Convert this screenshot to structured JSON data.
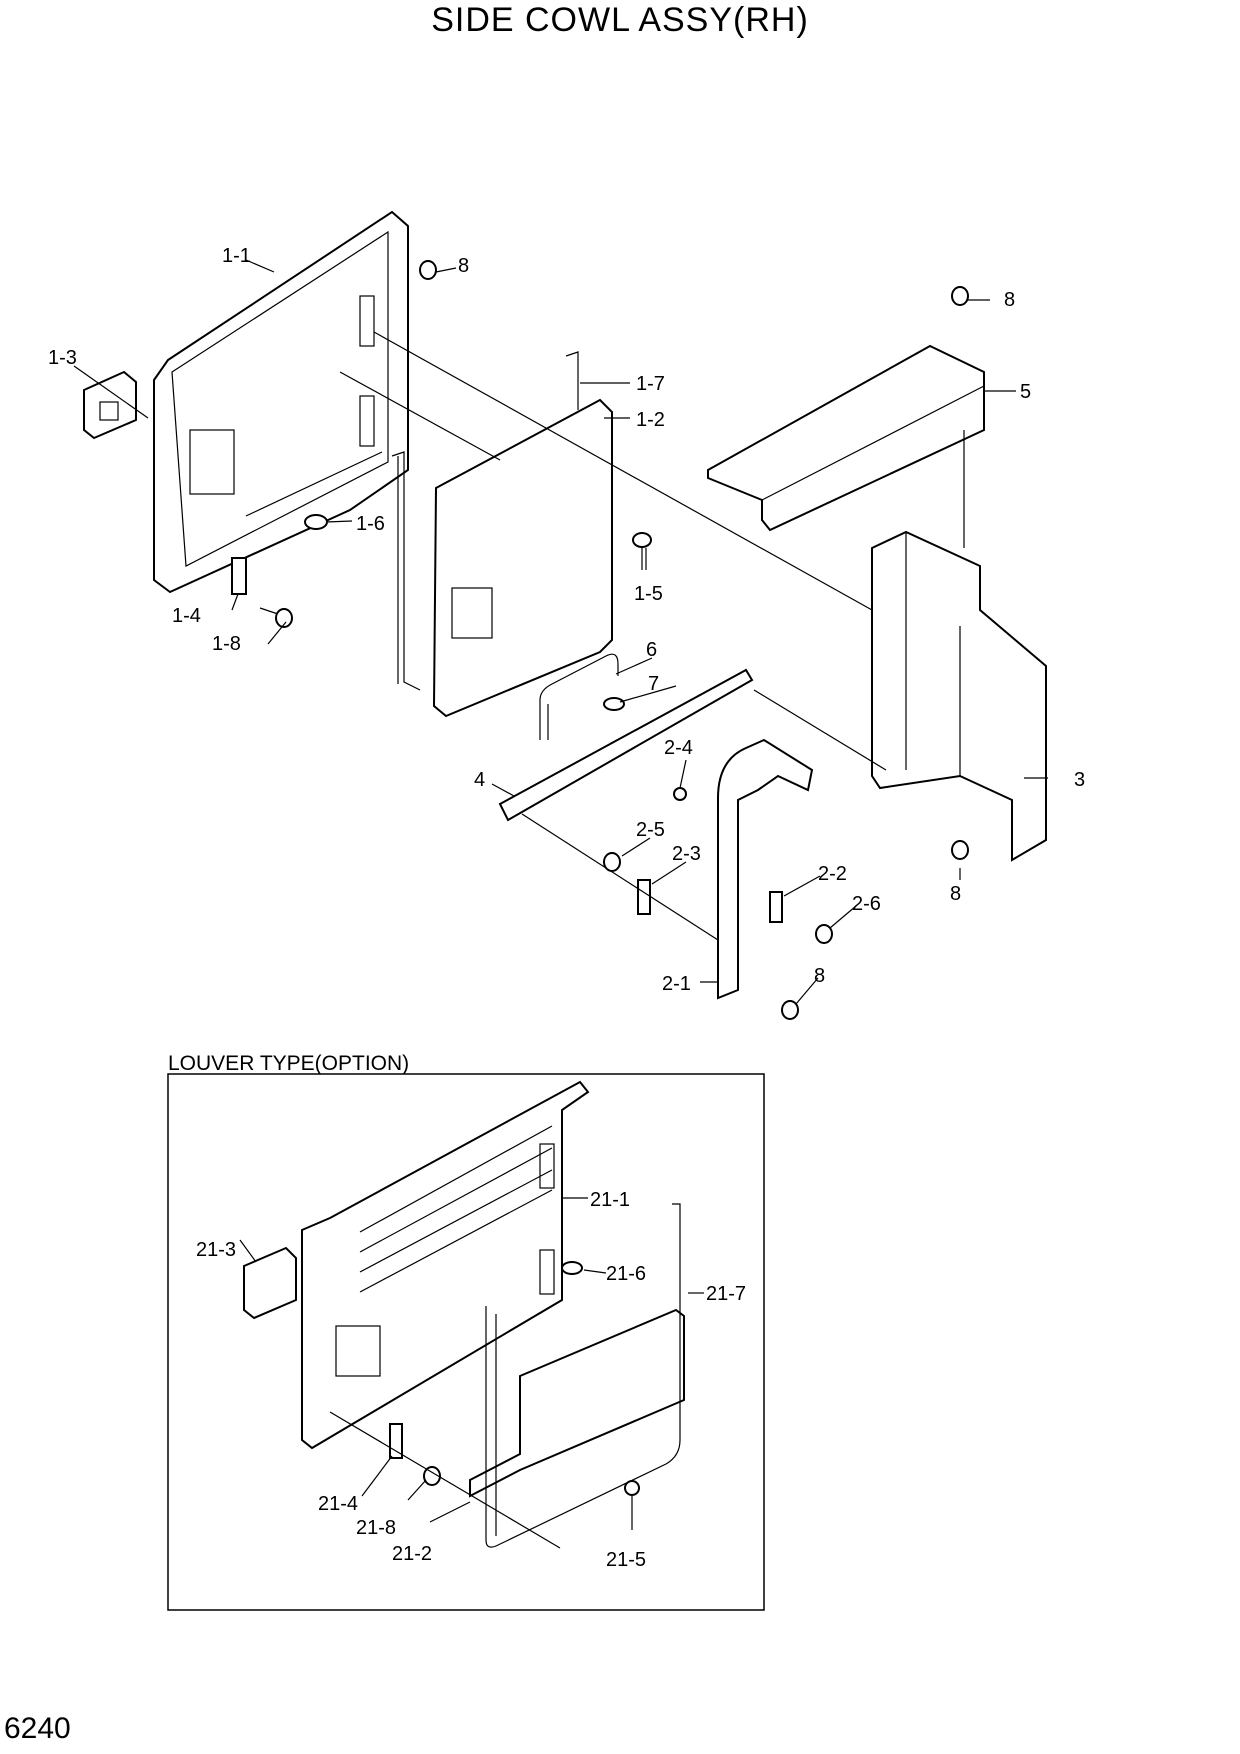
{
  "title": "SIDE COWL ASSY(RH)",
  "page_number": "6240",
  "louver_caption": "LOUVER TYPE(OPTION)",
  "labels": {
    "p1_1": "1-1",
    "p1_2": "1-2",
    "p1_3": "1-3",
    "p1_4": "1-4",
    "p1_5": "1-5",
    "p1_6": "1-6",
    "p1_7": "1-7",
    "p1_8": "1-8",
    "p2_1": "2-1",
    "p2_2": "2-2",
    "p2_3": "2-3",
    "p2_4": "2-4",
    "p2_5": "2-5",
    "p2_6": "2-6",
    "p3": "3",
    "p4": "4",
    "p5": "5",
    "p6": "6",
    "p7": "7",
    "p8a": "8",
    "p8b": "8",
    "p8c": "8",
    "p8d": "8",
    "p21_1": "21-1",
    "p21_2": "21-2",
    "p21_3": "21-3",
    "p21_4": "21-4",
    "p21_5": "21-5",
    "p21_6": "21-6",
    "p21_7": "21-7",
    "p21_8": "21-8"
  }
}
